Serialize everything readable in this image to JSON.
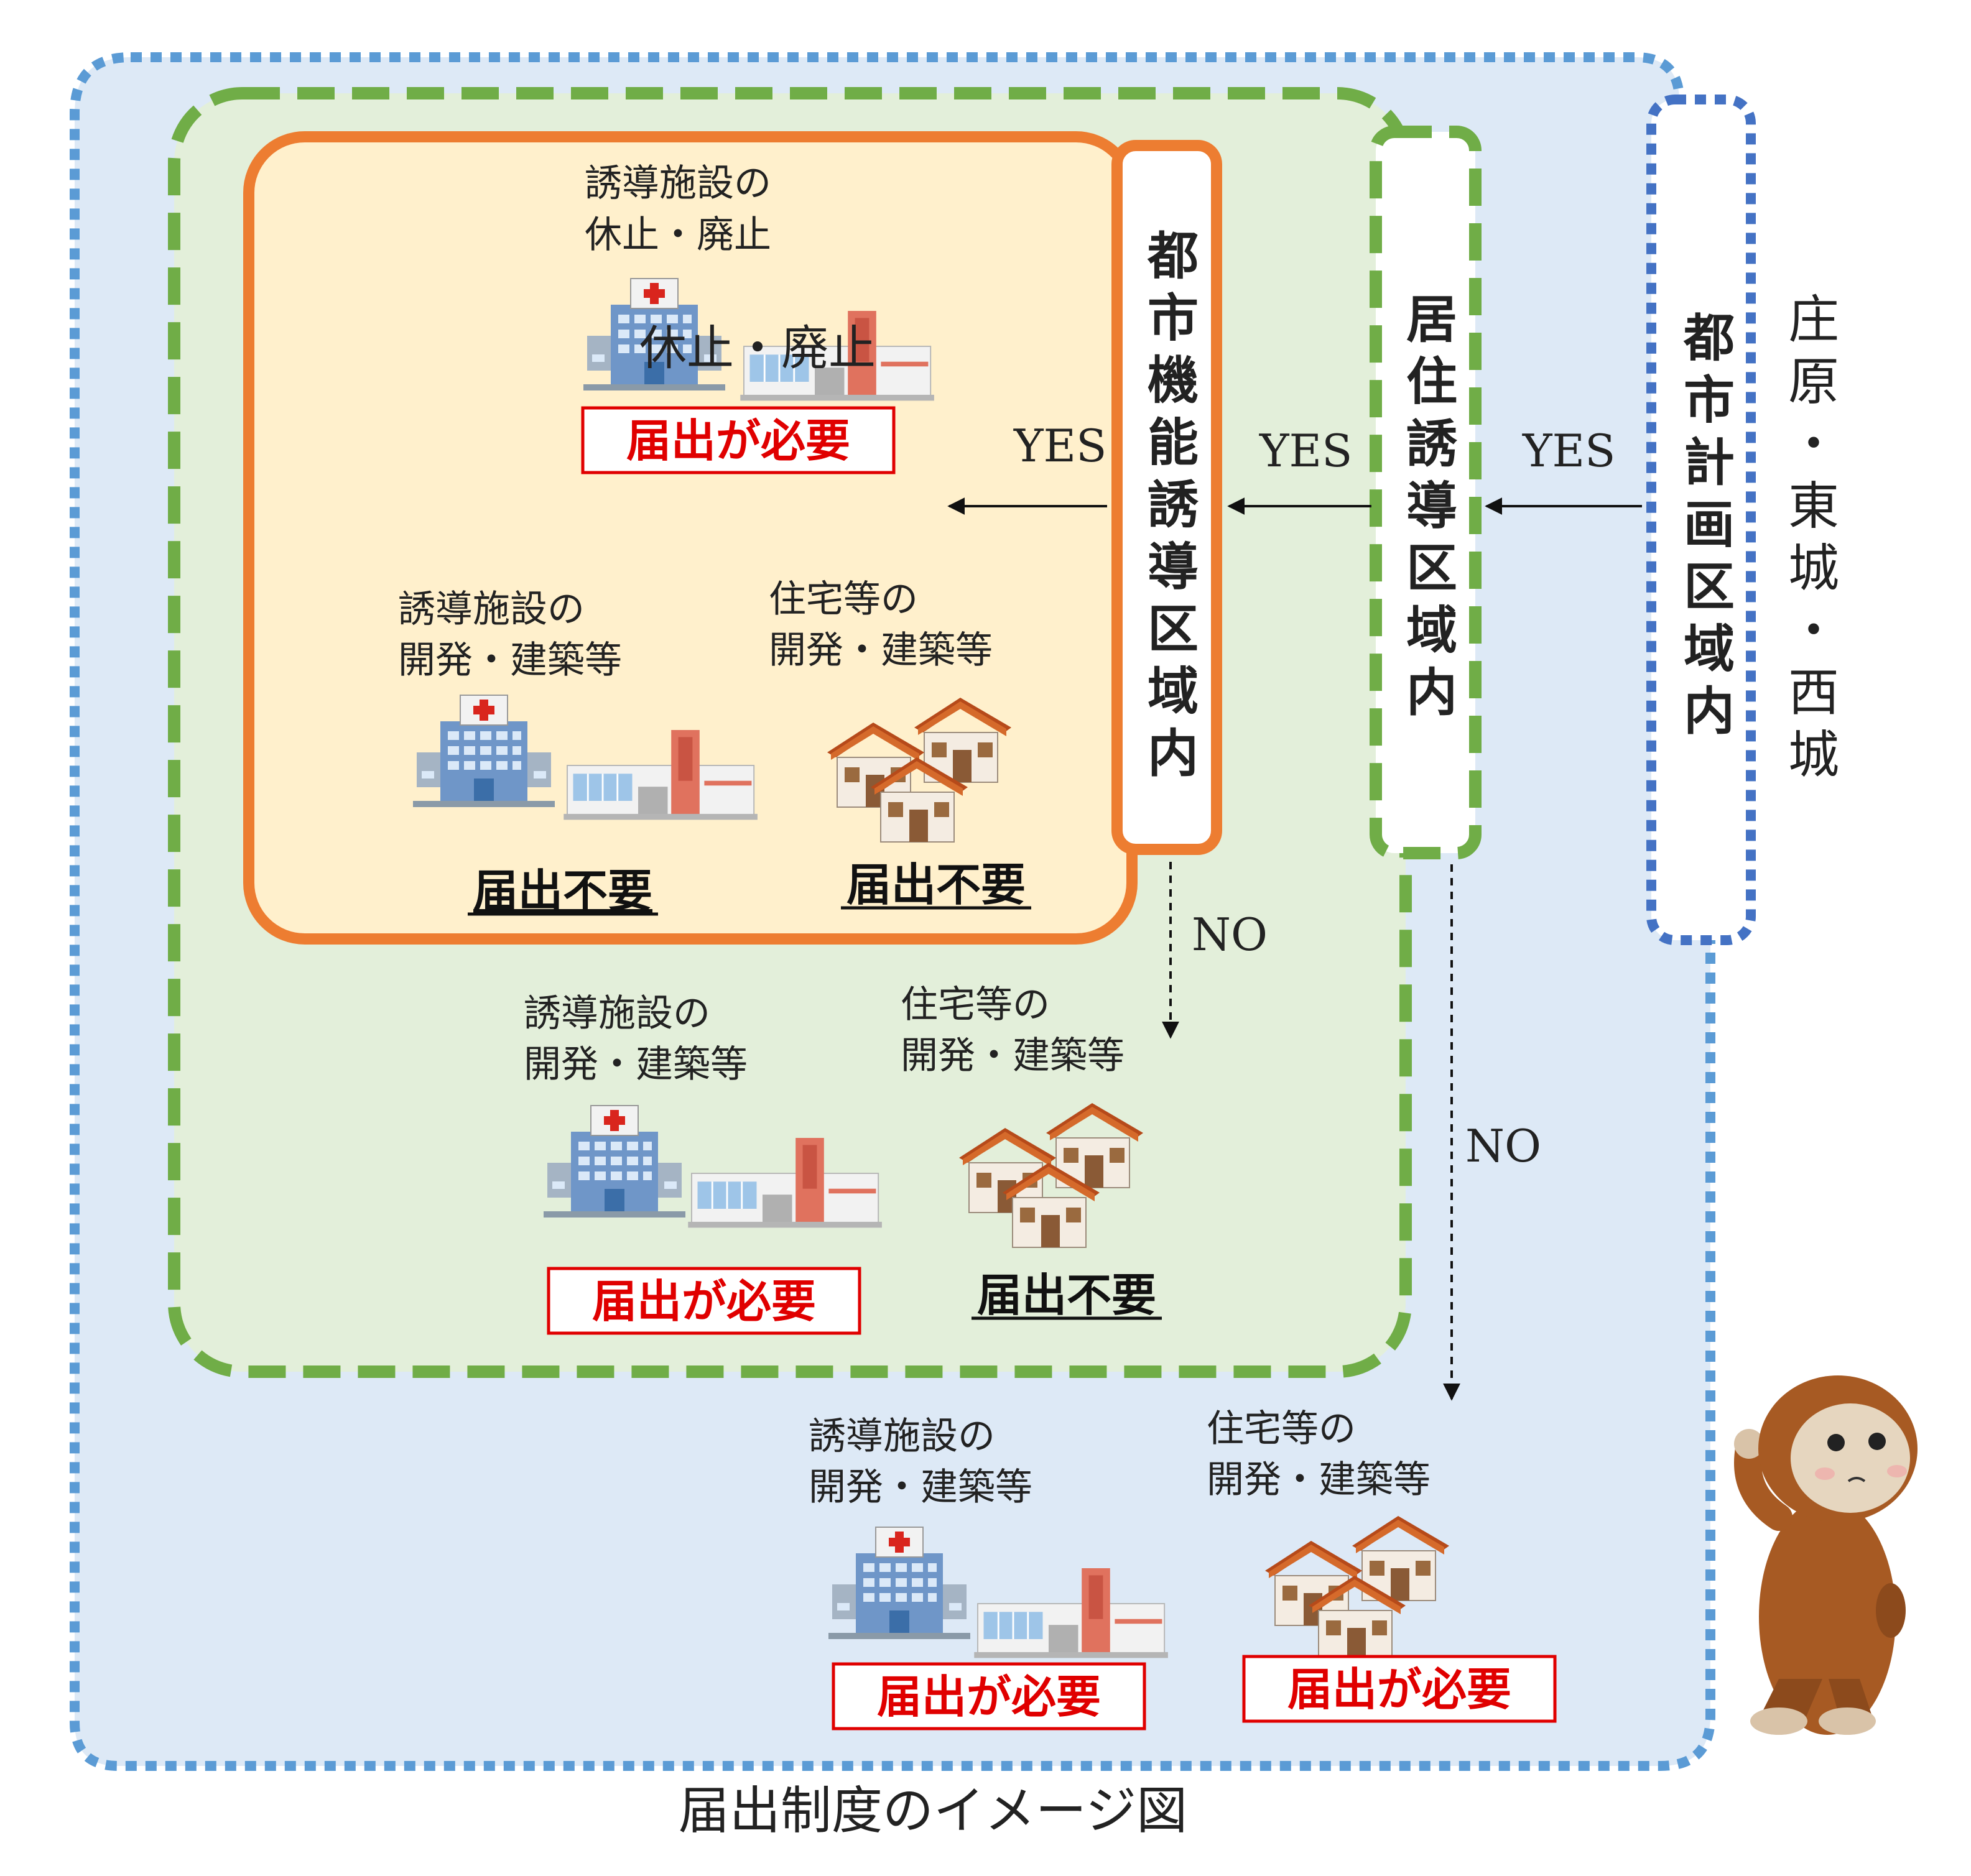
{
  "title": "届出制度のイメージ図",
  "regions": {
    "outer": {
      "label": "庄原・東城・西城"
    },
    "city_planning": {
      "label": "都市計画区域内"
    },
    "residential": {
      "label": "居住誘導区域内"
    },
    "urban_function": {
      "label": "都市機能誘導区域内"
    }
  },
  "flow": {
    "yes": "YES",
    "no": "NO"
  },
  "urban_function_zone": {
    "closure": {
      "heading_1": "誘導施設の",
      "heading_2": "休止・廃止",
      "overlay": "休止・廃止",
      "result": "届出が必要"
    },
    "facility_dev": {
      "heading_1": "誘導施設の",
      "heading_2": "開発・建築等",
      "result": "届出不要"
    },
    "housing_dev": {
      "heading_1": "住宅等の",
      "heading_2": "開発・建築等",
      "result": "届出不要"
    }
  },
  "residential_zone": {
    "facility_dev": {
      "heading_1": "誘導施設の",
      "heading_2": "開発・建築等",
      "result": "届出が必要"
    },
    "housing_dev": {
      "heading_1": "住宅等の",
      "heading_2": "開発・建築等",
      "result": "届出不要"
    }
  },
  "outside_zone": {
    "facility_dev": {
      "heading_1": "誘導施設の",
      "heading_2": "開発・建築等",
      "result": "届出が必要"
    },
    "housing_dev": {
      "heading_1": "住宅等の",
      "heading_2": "開発・建築等",
      "result": "届出が必要"
    }
  },
  "colors": {
    "outer_fill": "#dde9f6",
    "outer_border": "#5b9bd5",
    "city_border": "#4472c4",
    "residential_fill": "#e3efda",
    "residential_border": "#70ad47",
    "urban_fill": "#fff0cc",
    "urban_border": "#ed7d31",
    "required_red": "#e00000"
  },
  "icons": [
    "hospital-icon",
    "shop-building-icon",
    "houses-icon",
    "mascot-monkey-icon"
  ]
}
